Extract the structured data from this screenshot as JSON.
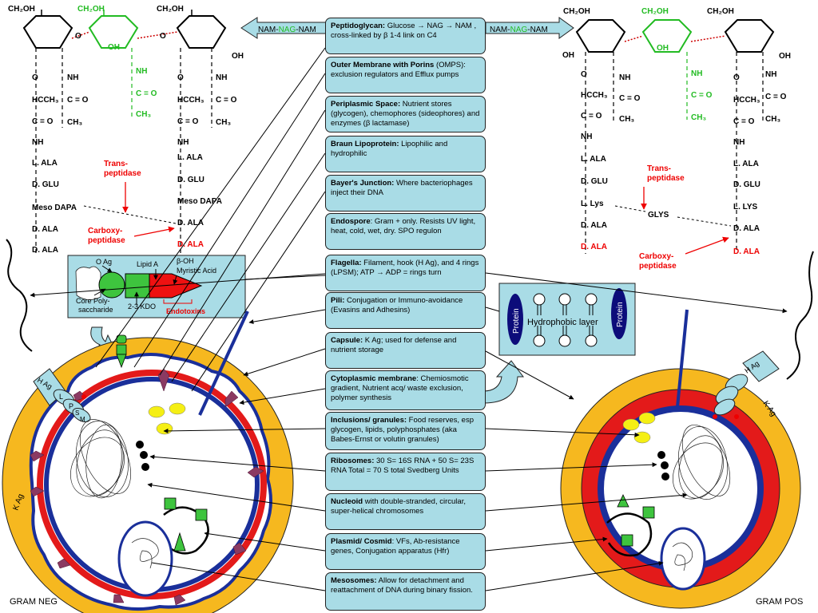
{
  "top_left_chain": {
    "ring_labels": [
      "CH₂OH",
      "CH₂OH",
      "CH₂OH",
      "OH",
      "OH",
      "O",
      "O"
    ],
    "left_column": [
      "O",
      "HCCH₃",
      "C = O",
      "NH",
      "L. ALA",
      "D. GLU",
      "Meso DAPA",
      "D. ALA",
      "D. ALA"
    ],
    "mid_column": [
      "NH",
      "C = O",
      "CH₃"
    ],
    "green_column": [
      "NH",
      "C = O",
      "CH₃"
    ],
    "right_column": [
      "NH",
      "C = O",
      "CH₃"
    ],
    "right_chain": [
      "O",
      "HCCH₃",
      "C = O",
      "NH",
      "L. ALA",
      "D. GLU",
      "Meso DAPA",
      "D. ALA",
      "D. ALA"
    ],
    "transpeptidase": [
      "Trans-",
      "peptidase"
    ],
    "carboxypeptidase": [
      "Carboxy-",
      "peptidase"
    ]
  },
  "top_right_chain": {
    "ring_labels": [
      "CH₂OH",
      "CH₂OH",
      "CH₂OH",
      "OH",
      "OH",
      "OH"
    ],
    "left_column": [
      "O",
      "HCCH₃",
      "C = O",
      "NH",
      "L. ALA",
      "D. GLU",
      "L. Lys",
      "D. ALA",
      "D. ALA"
    ],
    "mid_column": [
      "NH",
      "C = O",
      "CH₃"
    ],
    "green_column": [
      "NH",
      "C = O",
      "CH₃"
    ],
    "right_column": [
      "NH",
      "C = O",
      "CH₃"
    ],
    "right_chain": [
      "O",
      "HCCH₃",
      "C = O",
      "NH",
      "L. ALA",
      "D. GLU",
      "L. LYS",
      "D. ALA",
      "D. ALA"
    ],
    "glys": "GLYS",
    "transpeptidase": [
      "Trans-",
      "peptidase"
    ],
    "carboxypeptidase": [
      "Carboxy-",
      "peptidase"
    ]
  },
  "arrow_left": {
    "a": "NAM-",
    "b": "NAG",
    "c": "-NAM"
  },
  "arrow_right": {
    "a": "NAM-",
    "b": "NAG",
    "c": "-NAM"
  },
  "lps_box": {
    "o_ag": "O Ag",
    "lipid_a": "Lipid A",
    "hydroxy": "β-OH",
    "myristic": "Myristic Acid",
    "core": [
      "Core Poly-",
      "saccharide"
    ],
    "kdo": "2-3 KDO",
    "endotoxins": "Endotoxins"
  },
  "membrane_box": {
    "protein_left": "Protein",
    "protein_right": "Protein",
    "hydrophobic": "Hydrophobic  layer"
  },
  "gram_neg_labels": {
    "h_ag": "H Ag",
    "l": "L",
    "p": "P",
    "s": "S",
    "m": "M",
    "k_ag": "K Ag",
    "caption": "GRAM NEG"
  },
  "gram_pos_labels": {
    "h_ag": "H Ag",
    "k_ag": "K Ag",
    "caption": "GRAM POS"
  },
  "boxes": [
    {
      "title": "Peptidoglycan:",
      "body": " Glucose → NAG → NAM , cross-linked by β 1-4 link on C4"
    },
    {
      "title": "Outer Membrane with Porins",
      "body": " (OMPS): exclusion regulators and Efflux pumps"
    },
    {
      "title": "Periplasmic Space:",
      "body": "  Nutrient stores (glycogen), chemophores (sideophores) and enzymes (β lactamase)"
    },
    {
      "title": "Braun Lipoprotein:",
      "body": " Lipophilic and hydrophilic"
    },
    {
      "title": "Bayer's Junction:",
      "body": " Where bacteriophages inject their DNA"
    },
    {
      "title": "Endospore",
      "body": ": Gram + only. Resists UV light, heat, cold, wet, dry. SPO regulon"
    },
    {
      "title": "Flagella:",
      "body": " Filament, hook (H Ag), and 4 rings (LPSM); ATP → ADP = rings turn"
    },
    {
      "title": "Pili:",
      "body": " Conjugation or Immuno-avoidance (Evasins and Adhesins)"
    },
    {
      "title": "Capsule:",
      "body": " K Ag; used for defense and nutrient storage"
    },
    {
      "title": "Cytoplasmic membrane",
      "body": ": Chemiosmotic gradient, Nutrient acq/ waste exclusion, polymer synthesis"
    },
    {
      "title": "Inclusions/ granules:",
      "body": " Food reserves, esp glycogen, lipids, polyphosphates (aka Babes-Ernst or volutin granules)"
    },
    {
      "title": "Ribosomes:",
      "body": " 30 S= 16S RNA +  50 S= 23S RNA Total = 70 S total Svedberg Units"
    },
    {
      "title": "Nucleoid",
      "body": " with double-stranded, circular, super-helical chromosomes"
    },
    {
      "title": "Plasmid/ Cosmid",
      "body": ": VFs, Ab-resistance genes, Conjugation apparatus (Hfr)"
    },
    {
      "title": "Mesosomes:",
      "body": " Allow for detachment and reattachment of DNA during binary fission."
    }
  ]
}
